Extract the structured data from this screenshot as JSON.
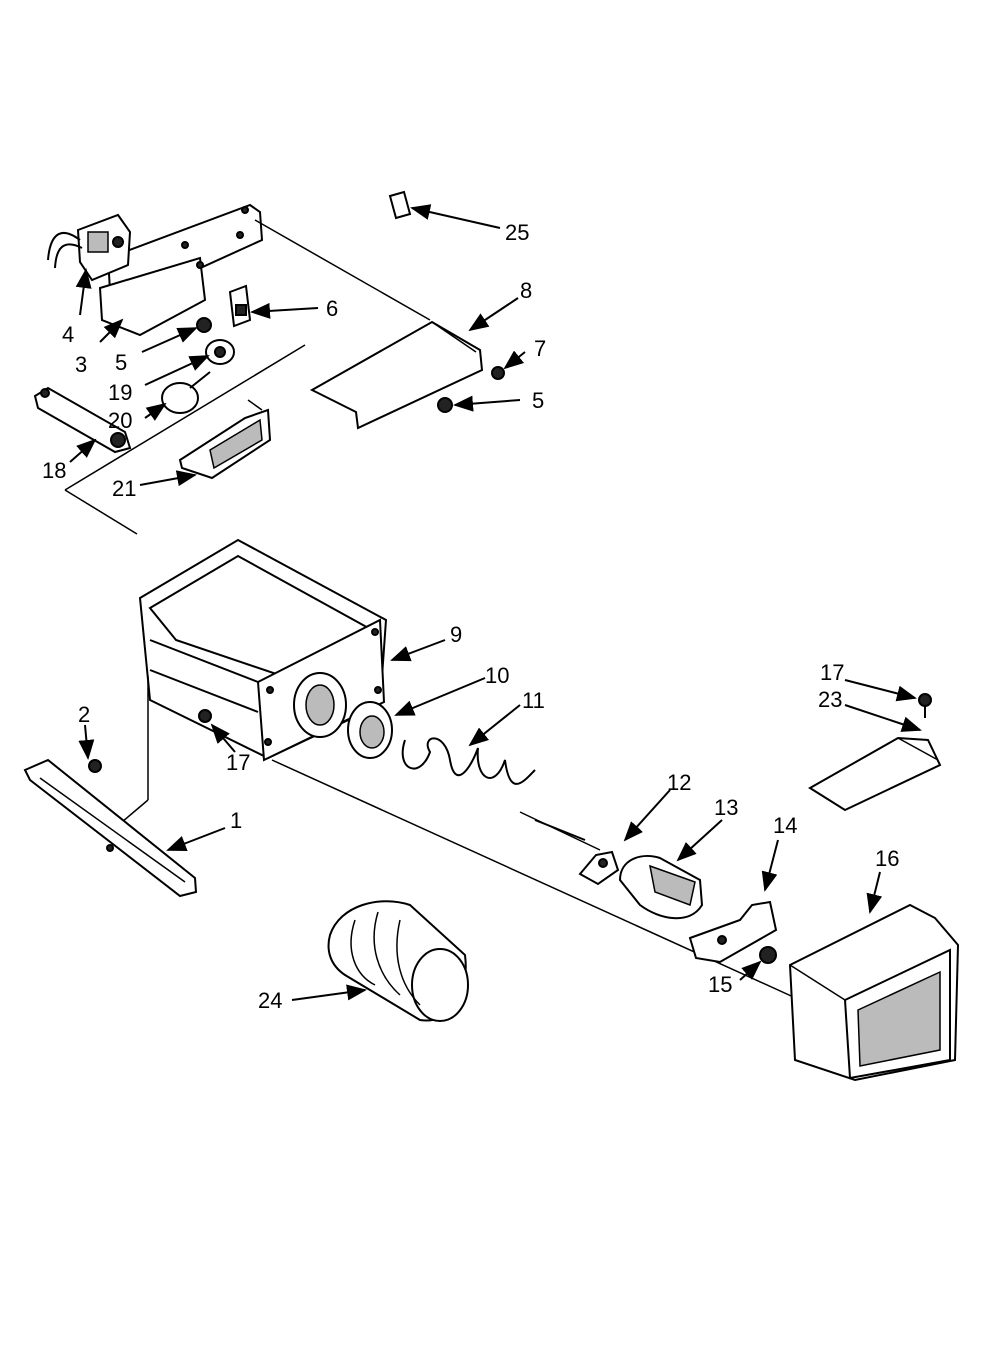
{
  "diagram": {
    "labels": {
      "n1": "1",
      "n2": "2",
      "n3": "3",
      "n4": "4",
      "n5a": "5",
      "n5b": "5",
      "n6": "6",
      "n7": "7",
      "n8": "8",
      "n9": "9",
      "n10": "10",
      "n11": "11",
      "n12": "12",
      "n13": "13",
      "n14": "14",
      "n15": "15",
      "n16": "16",
      "n17a": "17",
      "n17b": "17",
      "n18": "18",
      "n19": "19",
      "n20": "20",
      "n21": "21",
      "n23": "23",
      "n24": "24",
      "n25": "25"
    }
  }
}
